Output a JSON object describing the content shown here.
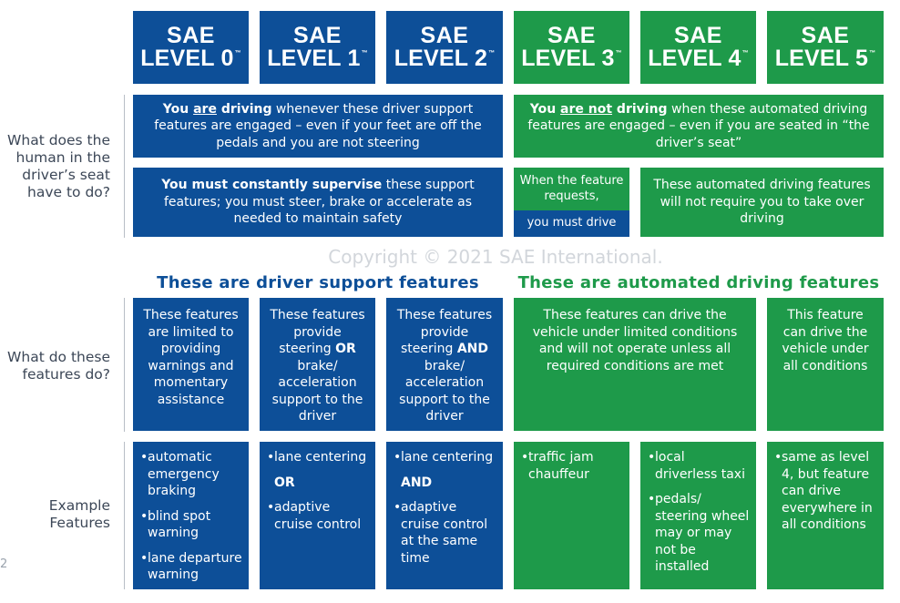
{
  "levels": [
    {
      "sae": "SAE",
      "level": "LEVEL 0",
      "tm": "™"
    },
    {
      "sae": "SAE",
      "level": "LEVEL 1",
      "tm": "™"
    },
    {
      "sae": "SAE",
      "level": "LEVEL 2",
      "tm": "™"
    },
    {
      "sae": "SAE",
      "level": "LEVEL 3",
      "tm": "™"
    },
    {
      "sae": "SAE",
      "level": "LEVEL 4",
      "tm": "™"
    },
    {
      "sae": "SAE",
      "level": "LEVEL 5",
      "tm": "™"
    }
  ],
  "row_labels": {
    "human": [
      "What does the",
      "human in the",
      "driver’s seat",
      "have to do?"
    ],
    "features": [
      "What do these",
      "features do?"
    ],
    "examples": [
      "Example",
      "Features"
    ]
  },
  "human_row1": {
    "left": {
      "bold1": "You ",
      "bold_underline": "are",
      "bold2": " driving",
      "rest": " whenever these driver support features are engaged – even if your feet are off the pedals and you are not steering"
    },
    "right": {
      "bold1": "You ",
      "bold_underline": "are not",
      "bold2": " driving",
      "rest": " when these automated driving features are engaged – even if you are seated in “the driver’s seat”"
    }
  },
  "human_row2": {
    "left": {
      "bold": "You must constantly supervise",
      "rest": " these support features; you must steer, brake or accelerate as needed to maintain safety"
    },
    "level3_top": "When the feature requests,",
    "level3_bottom": "you must drive",
    "right": "These automated driving features will not require you to take over driving"
  },
  "copyright": "Copyright © 2021 SAE International.",
  "sections": {
    "support": "These are driver support features",
    "automated": "These are automated driving features"
  },
  "features": {
    "l0": "These features are limited to providing warnings and momentary assistance",
    "l1": {
      "pre": "These features provide steering",
      "bold": "OR",
      "post": "brake/ acceleration support to the driver"
    },
    "l2": {
      "pre": "These features provide steering",
      "bold": "AND",
      "post": "brake/ acceleration support to the driver"
    },
    "l34": "These features can drive the vehicle under limited conditions and will not operate unless all required conditions are met",
    "l5": "This feature can drive the vehicle under all conditions"
  },
  "examples": {
    "l0": [
      "automatic emergency braking",
      "blind spot warning",
      "lane departure warning"
    ],
    "l1": {
      "a": "lane centering",
      "mid": "OR",
      "b": "adaptive cruise control"
    },
    "l2": {
      "a": "lane centering",
      "mid": "AND",
      "b": "adaptive cruise control at the same time"
    },
    "l3": [
      "traffic jam chauffeur"
    ],
    "l4": [
      "local driverless taxi",
      "pedals/ steering wheel may or may not be installed"
    ],
    "l5": [
      "same as level 4, but feature can drive everywhere in all conditions"
    ]
  },
  "bullet": "•",
  "corner_fragment": "2",
  "colors": {
    "blue": "#0d4f98",
    "green": "#1e9a4a"
  }
}
